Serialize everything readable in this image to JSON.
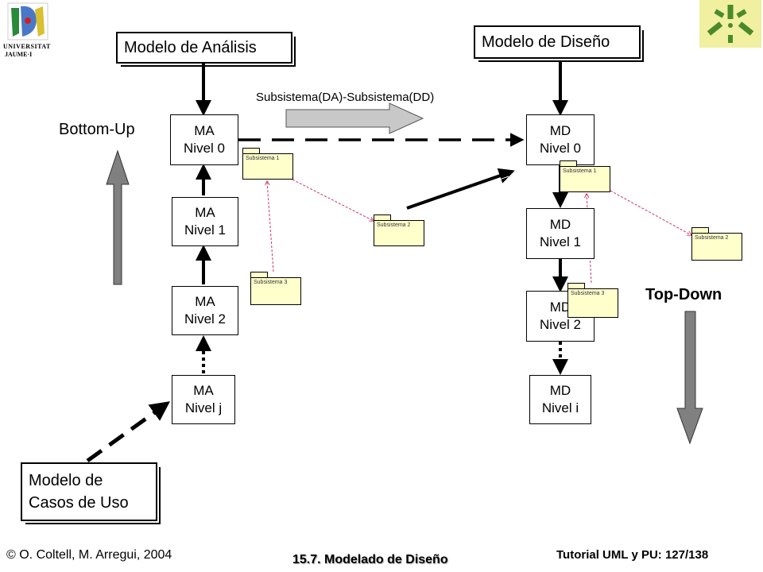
{
  "logo": {
    "line1": "UNIVERSITAT",
    "line2": "JAUME·I"
  },
  "models": {
    "analysis": "Modelo de Análisis",
    "design": "Modelo de Diseño",
    "usecases_line1": "Modelo de",
    "usecases_line2": "Casos de Uso"
  },
  "labels": {
    "bottom_up": "Bottom-Up",
    "top_down": "Top-Down",
    "subsystem_mapping": "Subsistema(DA)-Subsistema(DD)"
  },
  "ma_boxes": [
    {
      "l1": "MA",
      "l2": "Nivel 0"
    },
    {
      "l1": "MA",
      "l2": "Nivel 1"
    },
    {
      "l1": "MA",
      "l2": "Nivel 2"
    },
    {
      "l1": "MA",
      "l2": "Nivel j"
    }
  ],
  "md_boxes": [
    {
      "l1": "MD",
      "l2": "Nivel 0"
    },
    {
      "l1": "MD",
      "l2": "Nivel 1"
    },
    {
      "l1": "MD",
      "l2": "Nivel 2"
    },
    {
      "l1": "MD",
      "l2": "Nivel i"
    }
  ],
  "packages": {
    "left_1": "Subsistema 1",
    "left_2": "Subsistema 2",
    "left_3": "Subsistema 3",
    "right_1": "Subsistema 1",
    "right_2": "Subsistema 2",
    "right_3": "Subsistema 3"
  },
  "footer": {
    "left": "© O. Coltell, M. Arregui, 2004",
    "center": "15.7. Modelado de Diseño",
    "right": "Tutorial UML y PU: 127/138"
  },
  "colors": {
    "package_fill": "#ffffcc",
    "dashed_link": "#cc3366",
    "arrow_gray": "#808080",
    "logo_bg": "#f0f0a0"
  }
}
